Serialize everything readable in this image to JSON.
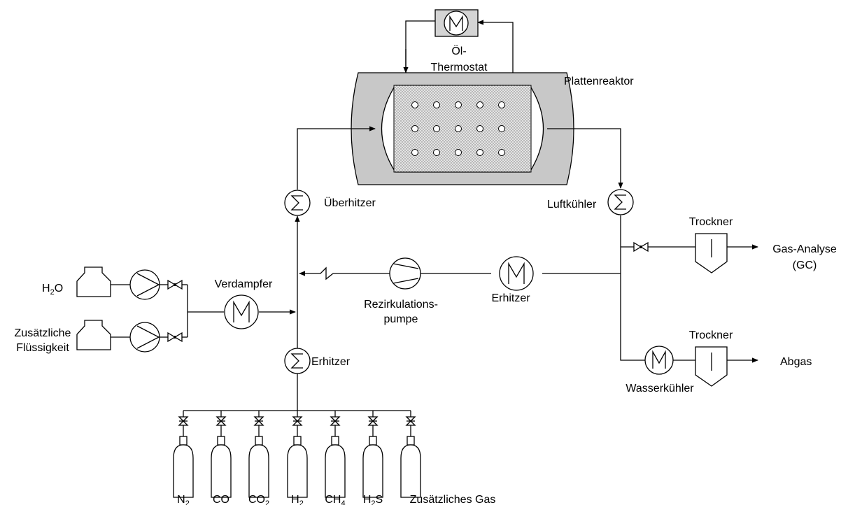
{
  "labels": {
    "oil_thermostat_1": "Öl-",
    "oil_thermostat_2": "Thermostat",
    "plate_reactor": "Plattenreaktor",
    "superheater": "Überhitzer",
    "air_cooler": "Luftkühler",
    "dryer_top": "Trockner",
    "gas_analysis_1": "Gas-Analyse",
    "gas_analysis_2": "(GC)",
    "evaporator": "Verdampfer",
    "recirc_pump_1": "Rezirkulations-",
    "recirc_pump_2": "pumpe",
    "heater_mid": "Erhitzer",
    "heater_low": "Erhitzer",
    "dryer_bottom": "Trockner",
    "exhaust": "Abgas",
    "water_cooler": "Wasserkühler",
    "h2o_main": "H",
    "h2o_sub": "2",
    "h2o_tail": "O",
    "extra_liquid_1": "Zusätzliche",
    "extra_liquid_2": "Flüssigkeit"
  },
  "gases": [
    {
      "main": "N",
      "sub": "2",
      "tail": ""
    },
    {
      "main": "CO",
      "sub": "",
      "tail": ""
    },
    {
      "main": "CO",
      "sub": "2",
      "tail": ""
    },
    {
      "main": "H",
      "sub": "2",
      "tail": ""
    },
    {
      "main": "CH",
      "sub": "4",
      "tail": ""
    },
    {
      "main": "H",
      "sub": "2",
      "tail": "S"
    },
    {
      "main": "Zusätzliches Gas",
      "sub": "",
      "tail": ""
    }
  ],
  "colors": {
    "line": "#000000",
    "reactor_shell": "#c8c8c8",
    "reactor_fill": "#e6e6e6",
    "thermostat_box": "#d4d4d4"
  }
}
